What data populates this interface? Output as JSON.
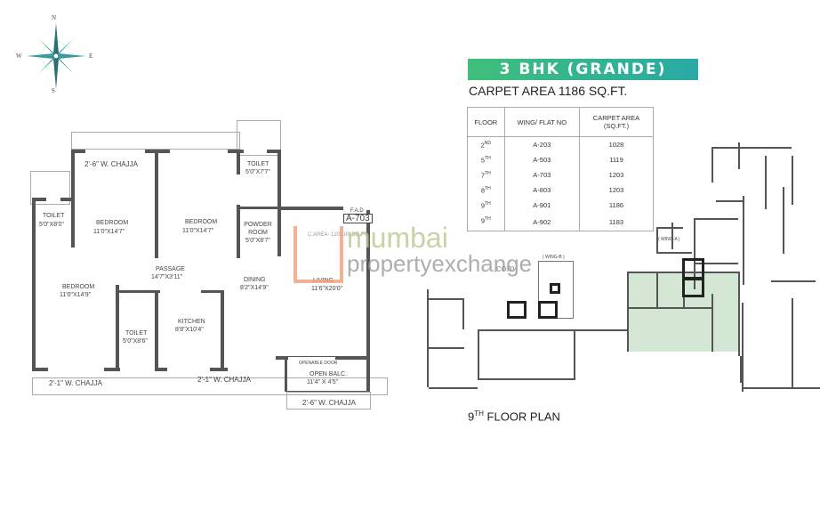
{
  "compass": {
    "north": "N",
    "south": "S",
    "east": "E",
    "west": "W"
  },
  "header": {
    "unit_type": "3 BHK (GRANDE)",
    "carpet_area": "CARPET AREA 1186 SQ.FT.",
    "brand_color": "#3fbf7a"
  },
  "area_table": {
    "headers": [
      "FLOOR",
      "WING/ FLAT NO",
      "CARPET AREA (SQ.FT.)"
    ],
    "rows": [
      {
        "floor": "2",
        "sup": "ND",
        "flat": "A-203",
        "area": "1028"
      },
      {
        "floor": "5",
        "sup": "TH",
        "flat": "A-503",
        "area": "1119"
      },
      {
        "floor": "7",
        "sup": "TH",
        "flat": "A-703",
        "area": "1203"
      },
      {
        "floor": "8",
        "sup": "TH",
        "flat": "A-803",
        "area": "1203"
      },
      {
        "floor": "9",
        "sup": "TH",
        "flat": "A-901",
        "area": "1186"
      },
      {
        "floor": "9",
        "sup": "TH",
        "flat": "A-902",
        "area": "1183"
      }
    ]
  },
  "unit_plan": {
    "chajja_top": "2'-6\" W. CHAJJA",
    "chajja_bottom_left": "2'-1\" W. CHAJJA",
    "chajja_bottom_mid": "2'-1\" W. CHAJJA",
    "chajja_bottom_right": "2'-6\" W. CHAJJA",
    "rooms": [
      {
        "name": "TOILET",
        "size": "5'0\"X8'0\""
      },
      {
        "name": "BEDROOM",
        "size": "11'0\"X14'7\""
      },
      {
        "name": "BEDROOM",
        "size": "11'0\"X14'7\""
      },
      {
        "name": "TOILET",
        "size": "5'0\"X7'7\""
      },
      {
        "name": "POWDER ROOM",
        "size": "5'0\"X8'7\""
      },
      {
        "name": "PASSAGE",
        "size": "14'7\"X3'11\""
      },
      {
        "name": "BEDROOM",
        "size": "11'0\"X14'9\""
      },
      {
        "name": "TOILET",
        "size": "5'0\"X8'6\""
      },
      {
        "name": "KITCHEN",
        "size": "8'8\"X10'4\""
      },
      {
        "name": "DINING",
        "size": "8'2\"X14'9\""
      },
      {
        "name": "LIVING",
        "size": "11'6\"X20'0\""
      },
      {
        "name": "OPEN BALC.",
        "size": "11'4\" X 4'5\""
      }
    ],
    "openable_door": "OPENABLE DOOR",
    "fad": "F.A.D",
    "flat_tag": "A-703",
    "c_area": "C.AREA- 1203.00 SQ.FT."
  },
  "watermark": {
    "line1": "mumbai",
    "line2": "propertyexchange",
    "suffix": ".com"
  },
  "floor_plan": {
    "title": "9",
    "title_sup": "TH",
    "title_rest": " FLOOR PLAN",
    "wing_b": "( WING-B )",
    "wing_a": "( WING-A )",
    "highlight_color": "#cfe3cf"
  }
}
